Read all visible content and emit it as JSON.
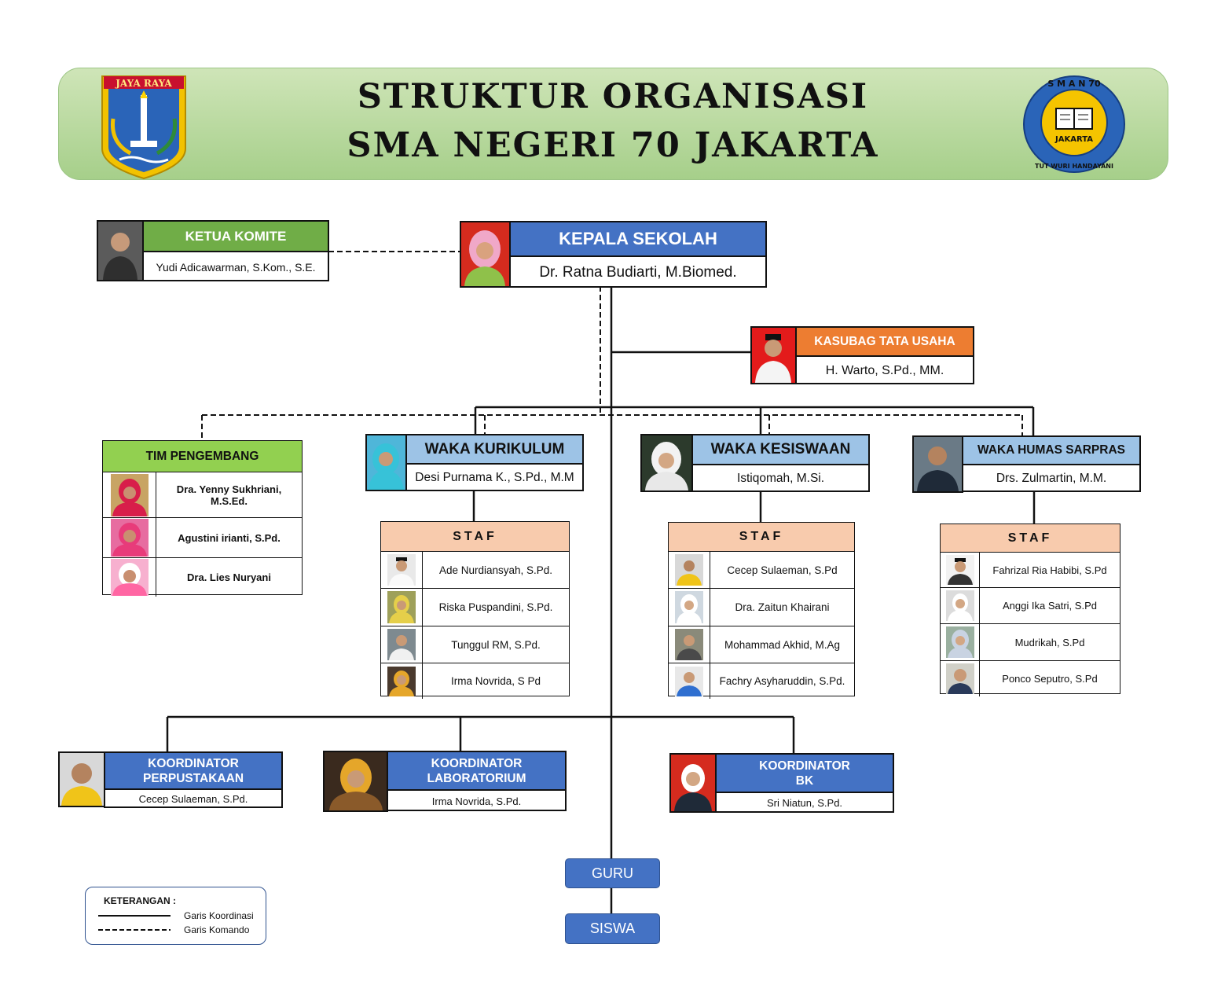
{
  "header": {
    "title_line1": "STRUKTUR ORGANISASI",
    "title_line2": "SMA NEGERI 70 JAKARTA",
    "left_logo_text": "JAYA RAYA",
    "right_logo_top": "S M A N 70",
    "right_logo_center": "JAKARTA",
    "right_logo_bottom": "TUT WURI HANDAYANI"
  },
  "komite": {
    "title": "KETUA KOMITE",
    "name": "Yudi Adicawarman, S.Kom., S.E."
  },
  "kepsek": {
    "title": "KEPALA SEKOLAH",
    "name": "Dr. Ratna Budiarti, M.Biomed."
  },
  "tu": {
    "title": "KASUBAG TATA USAHA",
    "name": "H. Warto, S.Pd., MM."
  },
  "tim": {
    "title": "TIM PENGEMBANG",
    "members": [
      "Dra. Yenny Sukhriani, M.S.Ed.",
      "Agustini irianti, S.Pd.",
      "Dra. Lies Nuryani"
    ]
  },
  "waka": [
    {
      "title": "WAKA KURIKULUM",
      "name": "Desi Purnama K., S.Pd., M.M"
    },
    {
      "title": "WAKA KESISWAAN",
      "name": "Istiqomah, M.Si."
    },
    {
      "title": "WAKA HUMAS SARPRAS",
      "name": "Drs. Zulmartin, M.M."
    }
  ],
  "staf": [
    {
      "title": "STAF",
      "members": [
        "Ade Nurdiansyah, S.Pd.",
        "Riska Puspandini, S.Pd.",
        "Tunggul RM, S.Pd.",
        "Irma Novrida,  S Pd"
      ]
    },
    {
      "title": "STAF",
      "members": [
        "Cecep Sulaeman, S.Pd",
        "Dra. Zaitun Khairani",
        "Mohammad Akhid, M.Ag",
        "Fachry Asyharuddin, S.Pd."
      ]
    },
    {
      "title": "STAF",
      "members": [
        "Fahrizal Ria Habibi, S.Pd",
        "Anggi Ika Satri, S.Pd",
        "Mudrikah, S.Pd",
        "Ponco Seputro, S.Pd"
      ]
    }
  ],
  "koordinator": [
    {
      "title_line1": "KOORDINATOR",
      "title_line2": "PERPUSTAKAAN",
      "name": "Cecep Sulaeman, S.Pd."
    },
    {
      "title_line1": "KOORDINATOR",
      "title_line2": "LABORATORIUM",
      "name": "Irma Novrida, S.Pd."
    },
    {
      "title_line1": "KOORDINATOR",
      "title_line2": "BK",
      "name": "Sri Niatun, S.Pd."
    }
  ],
  "bottom": {
    "guru": "GURU",
    "siswa": "SISWA"
  },
  "legend": {
    "title": "KETERANGAN :",
    "solid": "Garis Koordinasi",
    "dashed": "Garis Komando"
  },
  "icons": {
    "left_logo": "jakarta-emblem-icon",
    "right_logo": "school-emblem-icon",
    "photo": "person-photo-icon"
  },
  "colors": {
    "header_band": "#a6cf8a",
    "dark_green": "#70ad47",
    "light_green": "#92d050",
    "blue": "#4472c4",
    "light_blue": "#9dc3e6",
    "orange": "#ed7d31",
    "peach": "#f8cbad"
  }
}
